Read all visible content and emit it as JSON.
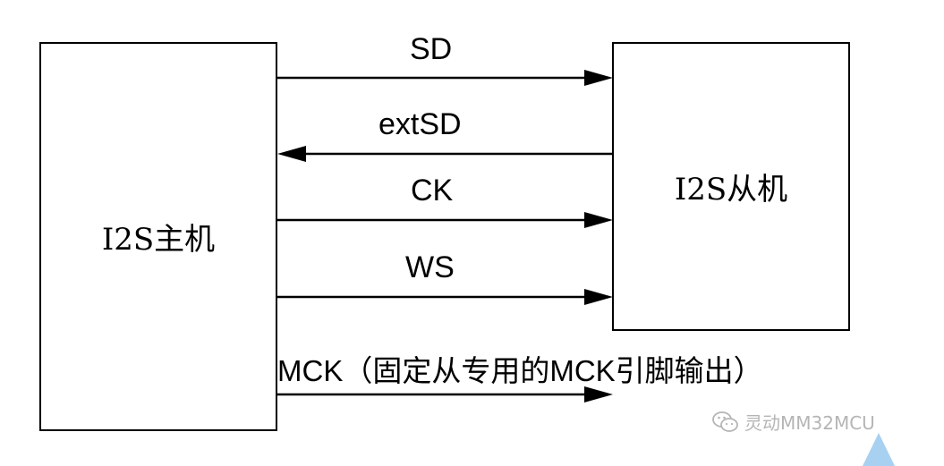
{
  "master": {
    "label": "I2S主机"
  },
  "slave": {
    "label": "I2S从机"
  },
  "signals": [
    {
      "label": "SD",
      "direction": "master-to-slave"
    },
    {
      "label": "extSD",
      "direction": "slave-to-master"
    },
    {
      "label": "CK",
      "direction": "master-to-slave"
    },
    {
      "label": "WS",
      "direction": "master-to-slave"
    },
    {
      "label": "MCK（固定从专用的MCK引脚输出）",
      "direction": "master-out"
    }
  ],
  "watermark": {
    "text": "灵动MM32MCU",
    "icon": "wechat-icon"
  },
  "colors": {
    "line": "#000000",
    "watermark": "#b5b5b5",
    "corner_mark": "#a8d0f0"
  }
}
